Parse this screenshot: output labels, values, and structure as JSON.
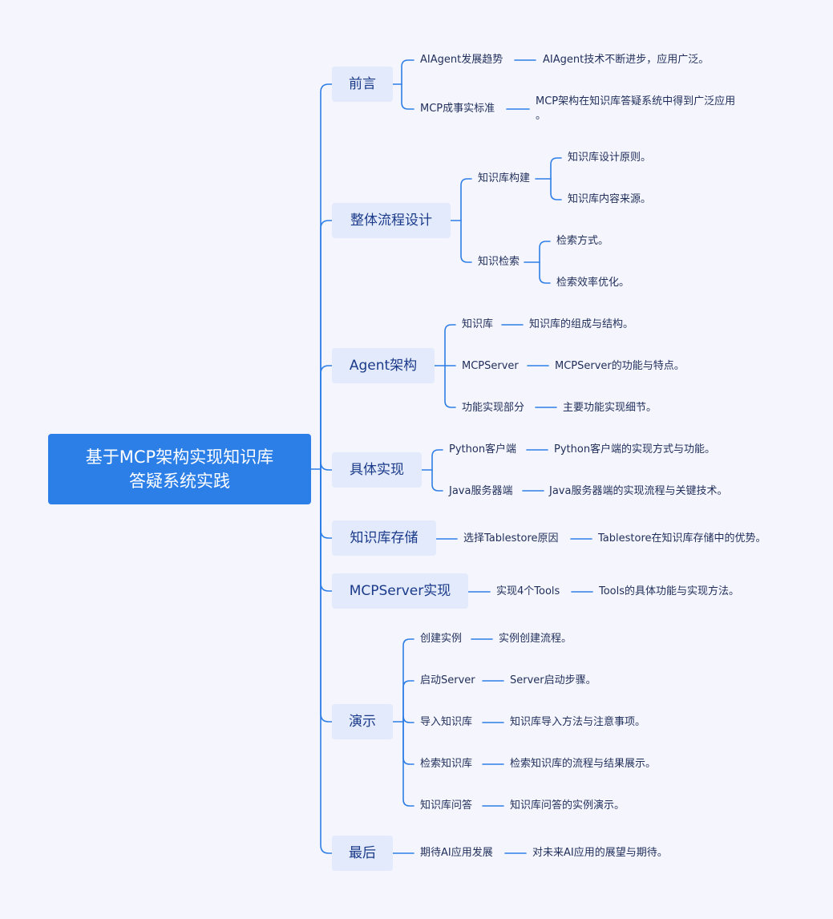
{
  "root": {
    "line1": "基于MCP架构实现知识库",
    "line2": "答疑系统实践"
  },
  "colors": {
    "link": "#2f7ee6",
    "root_bg": "#2d7fe8",
    "branch_bg": "#e2eafb",
    "background": "#f5f6fd"
  },
  "branches": [
    {
      "label": "前言",
      "children": [
        {
          "label": "AIAgent发展趋势",
          "children": [
            {
              "label": "AIAgent技术不断进步，应用广泛。"
            }
          ]
        },
        {
          "label": "MCP成事实标准",
          "children": [
            {
              "label": "MCP架构在知识库答疑系统中得到广泛应用",
              "label2": "。"
            }
          ]
        }
      ]
    },
    {
      "label": "整体流程设计",
      "children": [
        {
          "label": "知识库构建",
          "children": [
            {
              "label": "知识库设计原则。"
            },
            {
              "label": "知识库内容来源。"
            }
          ]
        },
        {
          "label": "知识检索",
          "children": [
            {
              "label": "检索方式。"
            },
            {
              "label": "检索效率优化。"
            }
          ]
        }
      ]
    },
    {
      "label": "Agent架构",
      "children": [
        {
          "label": "知识库",
          "children": [
            {
              "label": "知识库的组成与结构。"
            }
          ]
        },
        {
          "label": "MCPServer",
          "children": [
            {
              "label": "MCPServer的功能与特点。"
            }
          ]
        },
        {
          "label": "功能实现部分",
          "children": [
            {
              "label": "主要功能实现细节。"
            }
          ]
        }
      ]
    },
    {
      "label": "具体实现",
      "children": [
        {
          "label": "Python客户端",
          "children": [
            {
              "label": "Python客户端的实现方式与功能。"
            }
          ]
        },
        {
          "label": "Java服务器端",
          "children": [
            {
              "label": "Java服务器端的实现流程与关键技术。"
            }
          ]
        }
      ]
    },
    {
      "label": "知识库存储",
      "children": [
        {
          "label": "选择Tablestore原因",
          "children": [
            {
              "label": "Tablestore在知识库存储中的优势。"
            }
          ]
        }
      ]
    },
    {
      "label": "MCPServer实现",
      "children": [
        {
          "label": "实现4个Tools",
          "children": [
            {
              "label": "Tools的具体功能与实现方法。"
            }
          ]
        }
      ]
    },
    {
      "label": "演示",
      "children": [
        {
          "label": "创建实例",
          "children": [
            {
              "label": "实例创建流程。"
            }
          ]
        },
        {
          "label": "启动Server",
          "children": [
            {
              "label": "Server启动步骤。"
            }
          ]
        },
        {
          "label": "导入知识库",
          "children": [
            {
              "label": "知识库导入方法与注意事项。"
            }
          ]
        },
        {
          "label": "检索知识库",
          "children": [
            {
              "label": "检索知识库的流程与结果展示。"
            }
          ]
        },
        {
          "label": "知识库问答",
          "children": [
            {
              "label": "知识库问答的实例演示。"
            }
          ]
        }
      ]
    },
    {
      "label": "最后",
      "children": [
        {
          "label": "期待AI应用发展",
          "children": [
            {
              "label": "对未来AI应用的展望与期待。"
            }
          ]
        }
      ]
    }
  ]
}
